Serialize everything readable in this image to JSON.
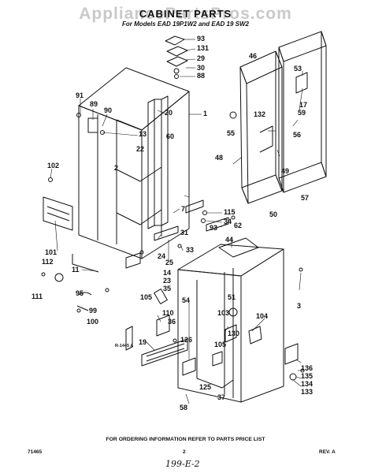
{
  "watermark": "AppliancePartsPros.com",
  "title": "CABINET PARTS",
  "subtitle": "For Models EAD 19P1W2 and EAD 19 SW2",
  "diagram_code": "R-1445 A",
  "footer": {
    "left_code": "71465",
    "instruction": "FOR ORDERING INFORMATION REFER TO PARTS PRICE LIST",
    "page_number": "2",
    "revision": "REV. A",
    "handwritten_note": "199-E-2"
  },
  "callouts": [
    "93",
    "131",
    "29",
    "30",
    "88",
    "1",
    "20",
    "60",
    "91",
    "89",
    "90",
    "13",
    "22",
    "2",
    "102",
    "7",
    "101",
    "112",
    "111",
    "14",
    "23",
    "35",
    "24",
    "25",
    "115",
    "34",
    "31",
    "93",
    "33",
    "11",
    "95",
    "99",
    "100",
    "105",
    "110",
    "36",
    "19",
    "44",
    "62",
    "3",
    "51",
    "103",
    "104",
    "54",
    "126",
    "130",
    "105",
    "125",
    "37",
    "58",
    "136",
    "135",
    "134",
    "133",
    "46",
    "53",
    "17",
    "59",
    "132",
    "55",
    "56",
    "48",
    "49",
    "57",
    "50"
  ]
}
